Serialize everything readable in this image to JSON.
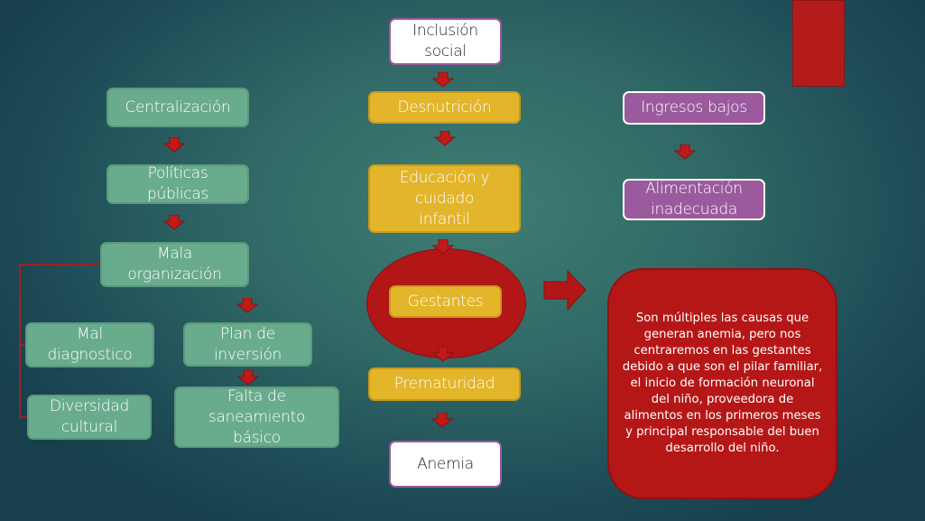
{
  "left": {
    "centralizacion": "Centralización",
    "politicas": "Políticas públicas",
    "mala_org": "Mala organización",
    "mal_diag": "Mal diagnostico",
    "plan": "Plan de inversión",
    "diversidad": "Diversidad cultural",
    "falta": "Falta de saneamiento básico"
  },
  "center": {
    "inclusion": "Inclusión social",
    "desnutricion": "Desnutrición",
    "educacion": "Educación y cuidado infantil",
    "gestantes": "Gestantes",
    "prematuridad": "Prematuridad",
    "anemia": "Anemia"
  },
  "right": {
    "ingresos": "Ingresos bajos",
    "alimentacion": "Alimentación inadecuada",
    "note": "Son múltiples las causas que generan anemia, pero nos centraremos en las gestantes debido a que son el pilar familiar, el inicio de formación neuronal del niño, proveedora de alimentos en los primeros meses y principal responsable del buen desarrollo del niño."
  },
  "colors": {
    "green": "#69ab8d",
    "yellow": "#e3b52b",
    "purple": "#9b5a9d",
    "red": "#b31616"
  }
}
